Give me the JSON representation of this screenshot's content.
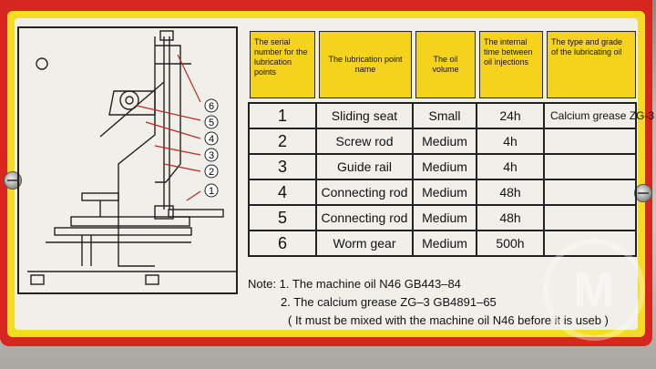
{
  "headers": [
    "The serial number for the lubrication points",
    "The lubrication point name",
    "The oil volume",
    "The internal time between oil injections",
    "The type and grade of the lubricating oil"
  ],
  "rows": [
    {
      "num": "1",
      "name": "Sliding seat",
      "volume": "Small",
      "interval": "24h",
      "grade": "Calcium grease  ZG-3"
    },
    {
      "num": "2",
      "name": "Screw rod",
      "volume": "Medium",
      "interval": "4h",
      "grade": ""
    },
    {
      "num": "3",
      "name": "Guide rail",
      "volume": "Medium",
      "interval": "4h",
      "grade": ""
    },
    {
      "num": "4",
      "name": "Connecting rod",
      "volume": "Medium",
      "interval": "48h",
      "grade": ""
    },
    {
      "num": "5",
      "name": "Connecting rod",
      "volume": "Medium",
      "interval": "48h",
      "grade": ""
    },
    {
      "num": "6",
      "name": "Worm gear",
      "volume": "Medium",
      "interval": "500h",
      "grade": ""
    }
  ],
  "notes": [
    "Note: 1. The machine oil N46 GB443–84",
    "2. The calcium grease ZG–3 GB4891–65",
    "( It must be mixed with the machine oil N46 before it is useb )"
  ],
  "diagram_labels": [
    "6",
    "5",
    "4",
    "3",
    "2",
    "1"
  ],
  "watermark": "M",
  "colors": {
    "border_red": "#d7261f",
    "yellow": "#f4dc22",
    "panel": "#f1efe9"
  }
}
